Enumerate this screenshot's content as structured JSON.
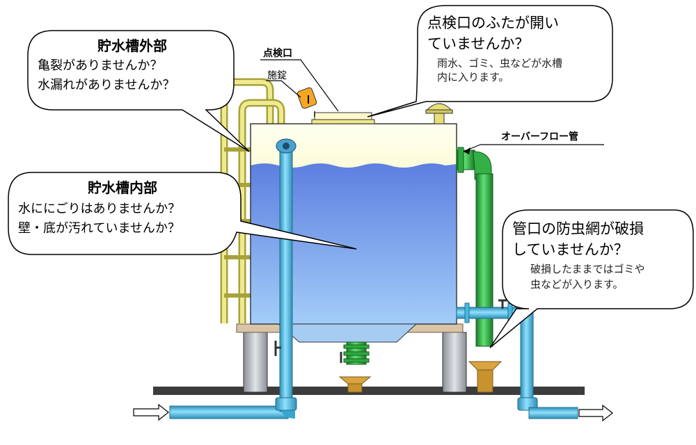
{
  "labels": {
    "inspection_port": "点検口",
    "lock": "施錠",
    "overflow_pipe": "オーバーフロー管"
  },
  "bubbles": {
    "exterior": {
      "title": "貯水槽外部",
      "line1": "亀裂がありませんか？",
      "line2": "水漏れがありませんか？"
    },
    "interior": {
      "title": "貯水槽内部",
      "line1": "水ににごりはありませんか？",
      "line2": "壁・底が汚れていませんか？"
    },
    "lid": {
      "line1": "点検口のふたが開い",
      "line2": "ていませんか？",
      "note1": "雨水、ゴミ、虫などが水槽",
      "note2": "内に入ります。"
    },
    "screen": {
      "line1": "管口の防虫網が破損",
      "line2": "していませんか？",
      "note1": "破損したままではゴミや",
      "note2": "虫などが入ります。"
    }
  },
  "colors": {
    "water_top": "#5d7fe0",
    "water_bottom": "#9fcaf7",
    "tank_top": "#fffacd",
    "pipe_blue": "#4ab8e0",
    "pipe_green": "#2eaa3e",
    "ladder": "#e0dd7a",
    "base": "#d9c4a8",
    "ground": "#3c3c3c"
  }
}
